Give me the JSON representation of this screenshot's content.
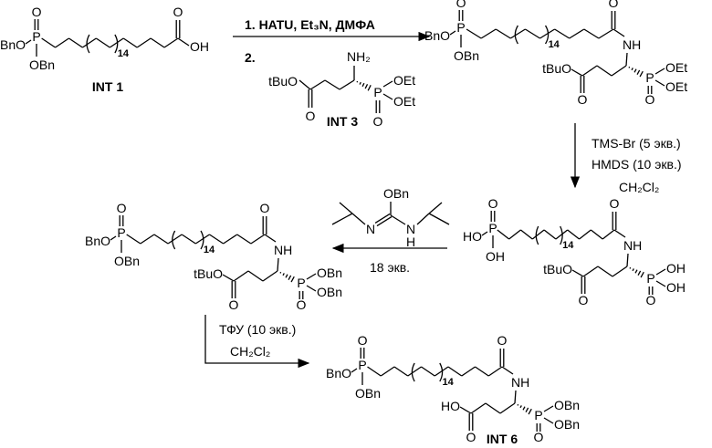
{
  "step1": {
    "reagent1": "1. HATU, Et₃N, ДМФА",
    "num2": "2."
  },
  "int3": {
    "nh2": "NH₂",
    "ester": "tBuO",
    "ester_o": "O",
    "p": "P",
    "p_up": "OEt",
    "p_down": "OEt",
    "p_o": "O",
    "label": "INT 3"
  },
  "step2": {
    "line1": "TMS-Br (5 экв.)",
    "line2": "HMDS (10 экв.)",
    "solvent": "CH₂Cl₂"
  },
  "step3": {
    "reagent_o": "OBn",
    "n": "N",
    "nh": "N",
    "h": "H",
    "equiv": "18 экв."
  },
  "step4": {
    "line1": "ТФУ (10 экв.)",
    "solvent": "CH₂Cl₂"
  },
  "mols": {
    "int1": {
      "p": "P",
      "top_o": "O",
      "left": "BnO",
      "bottom": "OBn",
      "sub": "14",
      "acid_o": "O",
      "acid_oh": "OH",
      "label": "INT 1"
    },
    "amide_ethyl": {
      "p": "P",
      "top_o": "O",
      "left": "BnO",
      "bottom": "OBn",
      "sub": "14",
      "amide_o": "O",
      "nh": "NH",
      "p2": "P",
      "p2_up": "OEt",
      "p2_down": "OEt",
      "p2_o": "O",
      "ester": "tBuO",
      "ester_o": "O"
    },
    "phosphonic_acid": {
      "p": "P",
      "top_o": "O",
      "left": "HO",
      "bottom": "OH",
      "sub": "14",
      "amide_o": "O",
      "nh": "NH",
      "p2": "P",
      "p2_up": "OH",
      "p2_down": "OH",
      "p2_o": "O",
      "ester": "tBuO",
      "ester_o": "O"
    },
    "benzyl_ester": {
      "p": "P",
      "top_o": "O",
      "left": "BnO",
      "bottom": "OBn",
      "sub": "14",
      "amide_o": "O",
      "nh": "NH",
      "p2": "P",
      "p2_up": "OBn",
      "p2_down": "OBn",
      "p2_o": "O",
      "ester": "tBuO",
      "ester_o": "O"
    },
    "int6": {
      "p": "P",
      "top_o": "O",
      "left": "BnO",
      "bottom": "OBn",
      "sub": "14",
      "amide_o": "O",
      "nh": "NH",
      "p2": "P",
      "p2_up": "OBn",
      "p2_down": "OBn",
      "p2_o": "O",
      "ester": "HO",
      "ester_o": "O",
      "label": "INT 6"
    }
  }
}
